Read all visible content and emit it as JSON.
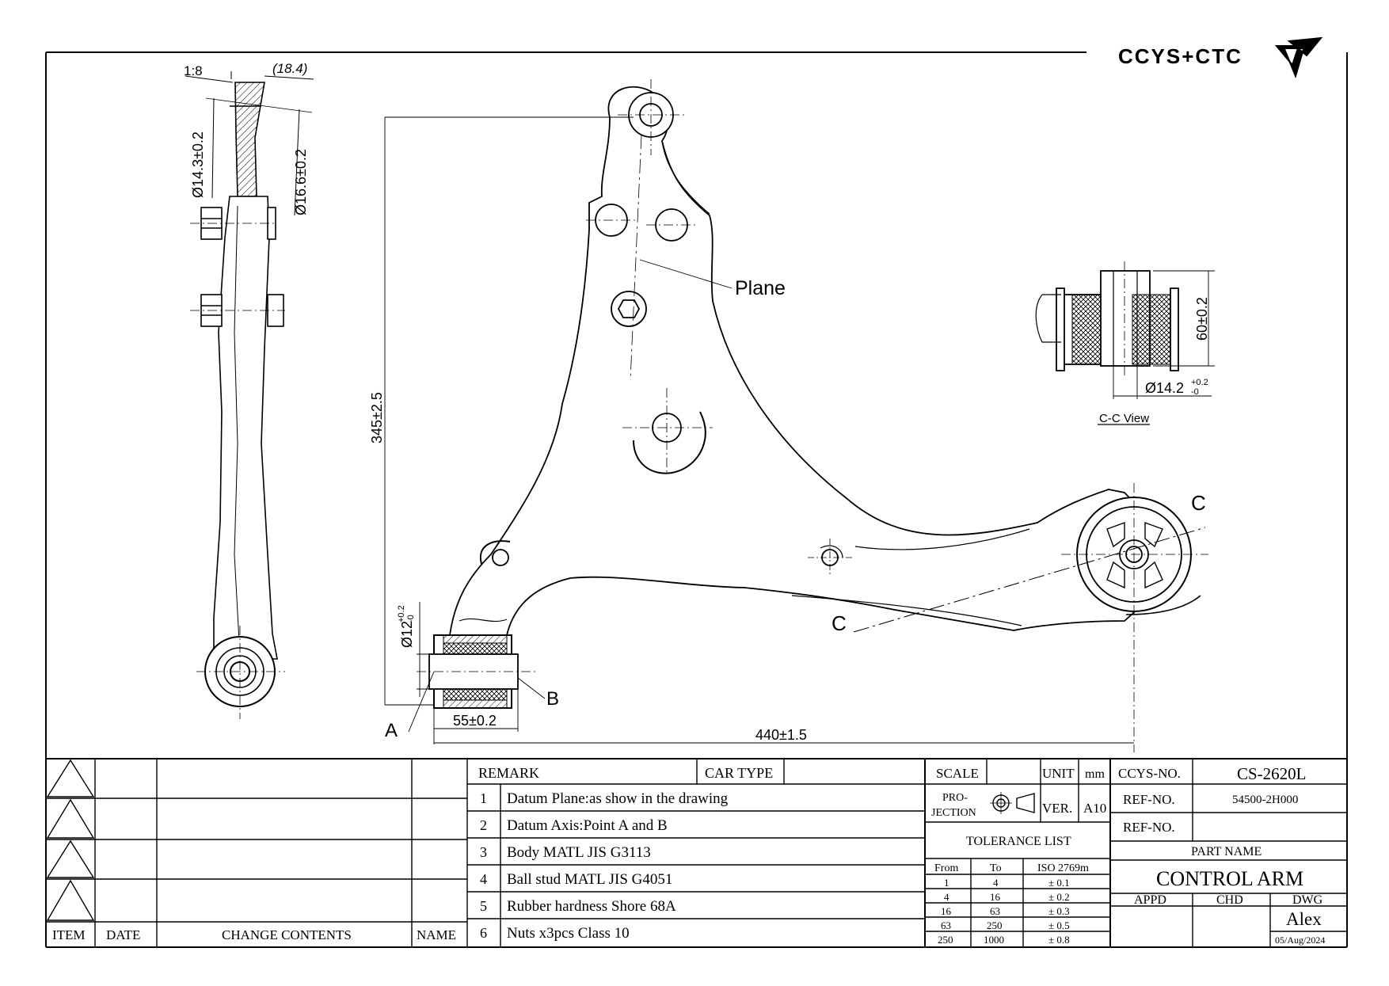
{
  "brand": {
    "logo_text": "CCYS+CTC"
  },
  "drawing": {
    "side_view": {
      "taper": "1:8",
      "taper_len": "(18.4)",
      "dia_small": "Ø14.3±0.2",
      "dia_large": "Ø16.6±0.2"
    },
    "main_view": {
      "plane_label": "Plane",
      "height_dim": "345±2.5",
      "bush_dia": "Ø12",
      "bush_dia_tol_upper": "+0.2",
      "bush_dia_tol_lower": "-0",
      "bush_len": "55±0.2",
      "overall_len": "440±1.5",
      "point_a": "A",
      "point_b": "B",
      "section_c1": "C",
      "section_c2": "C"
    },
    "section_view": {
      "title": "C-C View",
      "height_dim": "60±0.2",
      "bore_dia": "Ø14.2",
      "bore_tol_upper": "+0.2",
      "bore_tol_lower": "-0"
    }
  },
  "revision_block": {
    "headers": [
      "ITEM",
      "DATE",
      "CHANGE CONTENTS",
      "NAME"
    ]
  },
  "remarks": {
    "header": "REMARK",
    "car_type_label": "CAR TYPE",
    "car_type_value": "",
    "items": [
      {
        "no": "1",
        "text": "Datum Plane:as show in the drawing"
      },
      {
        "no": "2",
        "text": "Datum Axis:Point A and B"
      },
      {
        "no": "3",
        "text": "Body MATL JIS G3113"
      },
      {
        "no": "4",
        "text": "Ball stud MATL JIS G4051"
      },
      {
        "no": "5",
        "text": "Rubber hardness Shore 68A"
      },
      {
        "no": "6",
        "text": "Nuts x3pcs Class 10"
      }
    ]
  },
  "spec_block": {
    "scale_label": "SCALE",
    "scale_value": "",
    "unit_label": "UNIT",
    "unit_value": "mm",
    "projection_label_1": "PRO-",
    "projection_label_2": "JECTION",
    "ver_label": "VER.",
    "ver_value": "A10",
    "tolerance_title": "TOLERANCE LIST",
    "tolerance_headers": [
      "From",
      "To",
      "ISO 2769m"
    ],
    "tolerance_rows": [
      [
        "1",
        "4",
        "± 0.1"
      ],
      [
        "4",
        "16",
        "± 0.2"
      ],
      [
        "16",
        "63",
        "± 0.3"
      ],
      [
        "63",
        "250",
        "± 0.5"
      ],
      [
        "250",
        "1000",
        "± 0.8"
      ]
    ]
  },
  "title_block": {
    "ccys_no_label": "CCYS-NO.",
    "ccys_no_value": "CS-2620L",
    "ref_no_label_1": "REF-NO.",
    "ref_no_value_1": "54500-2H000",
    "ref_no_label_2": "REF-NO.",
    "ref_no_value_2": "",
    "part_name_label": "PART NAME",
    "part_name_value": "CONTROL ARM",
    "appd_label": "APPD",
    "chd_label": "CHD",
    "dwg_label": "DWG",
    "drawn_by": "Alex",
    "date": "05/Aug/2024"
  }
}
